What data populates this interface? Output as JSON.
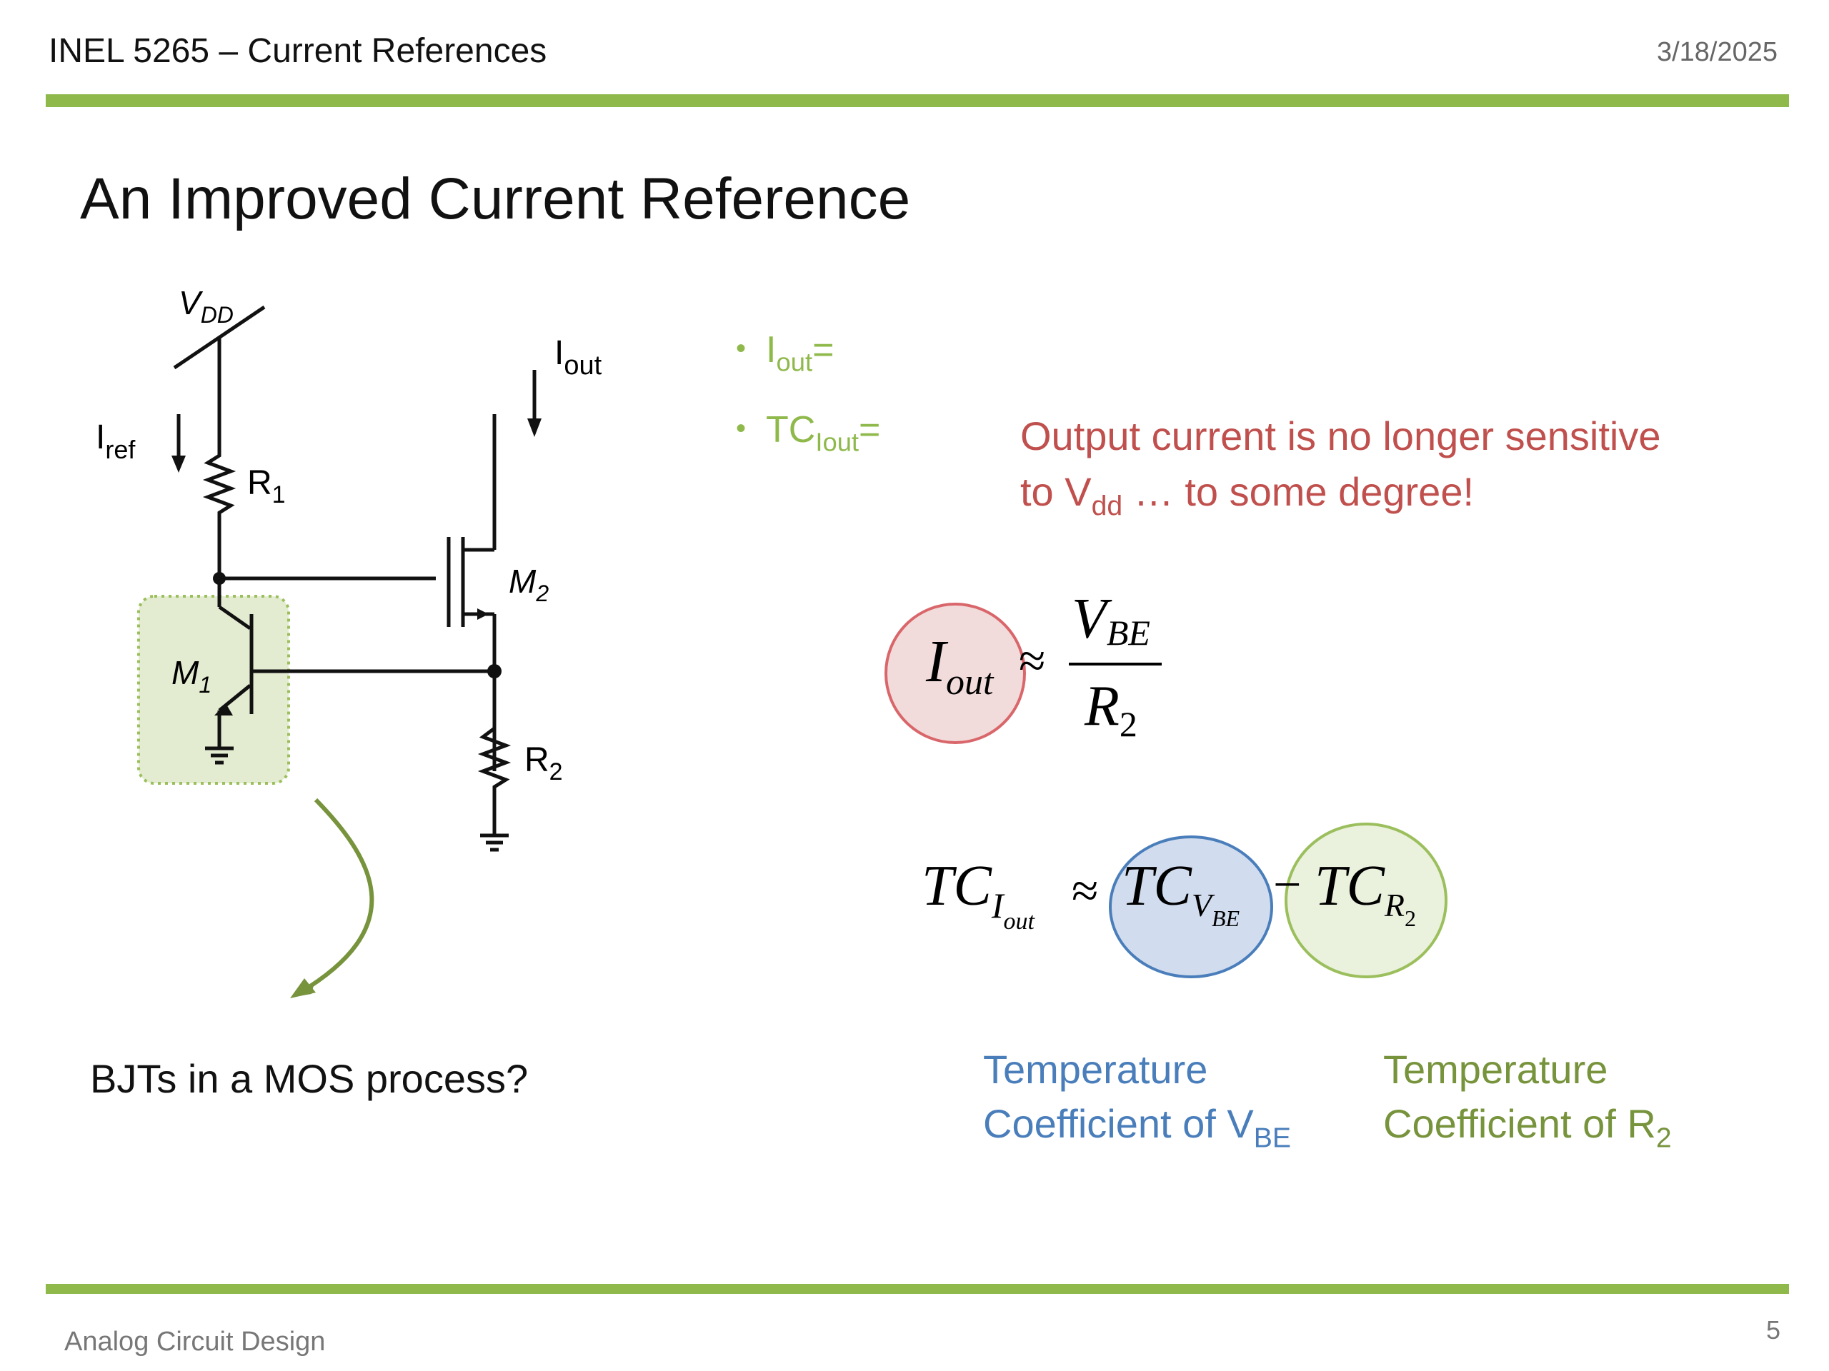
{
  "header": {
    "title": "INEL 5265 – Current References",
    "date": "3/18/2025"
  },
  "slide": {
    "title": "An Improved Current Reference"
  },
  "circuit": {
    "vdd": "V",
    "vdd_sub": "DD",
    "iref": "I",
    "iref_sub": "ref",
    "iout": "I",
    "iout_sub": "out",
    "r1": "R",
    "r1_sub": "1",
    "r2": "R",
    "r2_sub": "2",
    "m1": "M",
    "m1_sub": "1",
    "m2": "M",
    "m2_sub": "2"
  },
  "bullets": [
    {
      "main": "I",
      "sub": "out",
      "tail": "="
    },
    {
      "main": "TC",
      "sub": "Iout",
      "tail": "="
    }
  ],
  "note": {
    "line1": "Output current is no longer sensitive",
    "line2_pre": "to V",
    "line2_sub": "dd",
    "line2_post": " … to some degree!"
  },
  "eq1": {
    "lhs": "I",
    "lhs_sub": "out",
    "approx": "≈",
    "num": "V",
    "num_sub": "BE",
    "den": "R",
    "den_sub": "2"
  },
  "eq2": {
    "lhs": "TC",
    "lhs_sub": "I",
    "lhs_subsub": "out",
    "approx": "≈",
    "t1": "TC",
    "t1_sub": "V",
    "t1_subsub": "BE",
    "minus": "−",
    "t2": "TC",
    "t2_sub": "R",
    "t2_subsub": "2"
  },
  "question": "BJTs in a MOS process?",
  "labels": {
    "blue_line1": "Temperature",
    "blue_line2_pre": "Coefficient of V",
    "blue_line2_sub": "BE",
    "green_line1": "Temperature",
    "green_line2_pre": "Coefficient of R",
    "green_line2_sub": "2"
  },
  "footer": {
    "text": "Analog Circuit Design",
    "page": "5"
  },
  "colors": {
    "accent_green": "#8fb94b",
    "note_red": "#c0504d",
    "blue": "#4a7ebb",
    "dark_green": "#77933c"
  }
}
